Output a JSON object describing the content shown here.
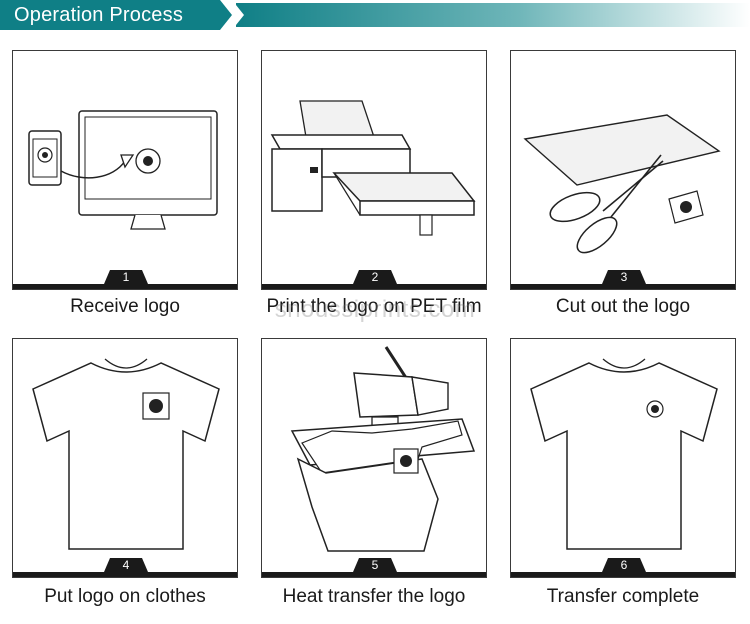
{
  "header": {
    "title": "Operation Process"
  },
  "watermark": "snoussiprints.com",
  "steps": [
    {
      "number": "1",
      "caption": "Receive logo"
    },
    {
      "number": "2",
      "caption": "Print the logo on PET film"
    },
    {
      "number": "3",
      "caption": "Cut out the logo"
    },
    {
      "number": "4",
      "caption": "Put logo on clothes"
    },
    {
      "number": "5",
      "caption": "Heat transfer the logo"
    },
    {
      "number": "6",
      "caption": "Transfer complete"
    }
  ],
  "colors": {
    "banner_start": "#0f7f86",
    "banner_end": "#ffffff",
    "dark": "#1a1a1a"
  }
}
